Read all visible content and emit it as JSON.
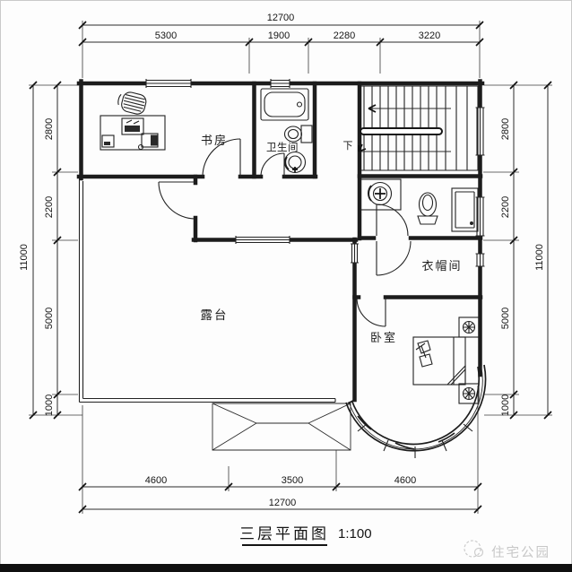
{
  "title": {
    "text": "三层平面图",
    "scale": "1:100"
  },
  "watermark": {
    "text": "住宅公园",
    "logo": "sun-logo"
  },
  "stairs": {
    "direction_label": "下"
  },
  "rooms": {
    "study": {
      "label": "书房"
    },
    "bathroom": {
      "label": "卫生间"
    },
    "cloakroom": {
      "label": "衣帽间"
    },
    "terrace": {
      "label": "露台"
    },
    "bedroom": {
      "label": "卧室"
    }
  },
  "dimensions": {
    "top": {
      "overall": "12700",
      "segments": [
        "5300",
        "1900",
        "2280",
        "3220"
      ]
    },
    "bottom": {
      "overall": "12700",
      "segments": [
        "4600",
        "3500",
        "4600"
      ]
    },
    "left": {
      "overall": "11000",
      "segments": [
        "2800",
        "2200",
        "5000",
        "1000"
      ]
    },
    "right": {
      "overall": "11000",
      "segments": [
        "2800",
        "2200",
        "5000",
        "1000"
      ]
    }
  },
  "colors": {
    "line": "#1c1c1c",
    "paper": "#fdfdfd",
    "watermark": "#c7c7c7",
    "footer_bar": "#101010"
  }
}
